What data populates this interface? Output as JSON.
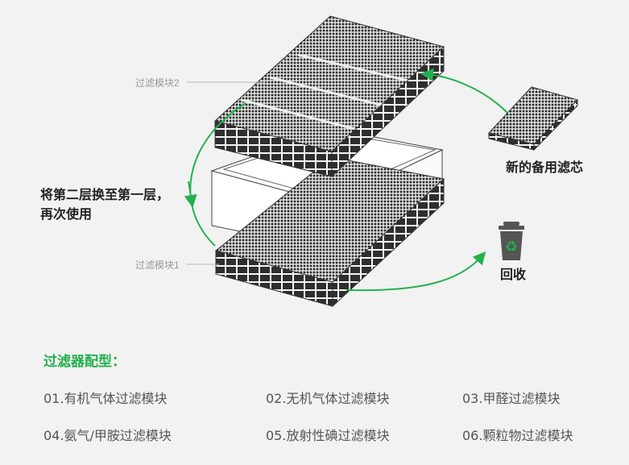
{
  "diagram": {
    "module2_label": "过滤模块2",
    "module1_label": "过滤模块1",
    "instruction_line1": "将第二层换至第一层，",
    "instruction_line2": "再次使用",
    "spare_label": "新的备用滤芯",
    "recycle_label": "回收",
    "accent_color": "#22b14c",
    "icons": [
      "recycle-bin-icon",
      "cycle-arrow-icon"
    ]
  },
  "config": {
    "title": "过滤器配型：",
    "modules": [
      "01.有机气体过滤模块",
      "02.无机气体过滤模块",
      "03.甲醛过滤模块",
      "04.氨气/甲胺过滤模块",
      "05.放射性碘过滤模块",
      "06.颗粒物过滤模块"
    ]
  }
}
